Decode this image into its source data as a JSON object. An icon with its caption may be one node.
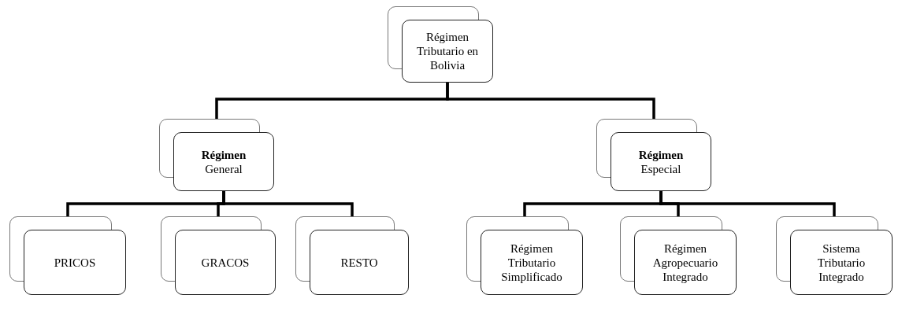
{
  "diagram": {
    "nodes": [
      {
        "text": [
          "Régimen Tributario en Bolivia"
        ]
      },
      {
        "text": [
          "**Régimen** General"
        ]
      },
      {
        "text": [
          "**Régimen** Especial"
        ]
      },
      {
        "text": [
          "PRICOS"
        ]
      },
      {
        "text": [
          "GRACOS"
        ]
      },
      {
        "text": [
          "RESTO"
        ]
      },
      {
        "text": [
          "Régimen Tributario Simplificado"
        ]
      },
      {
        "text": [
          "Régimen Agropecuario Integrado"
        ]
      },
      {
        "text": [
          "Sistema Tributario Integrado"
        ]
      }
    ],
    "edges": [
      {
        "from": 0,
        "to": 1,
        "arrow": "none"
      },
      {
        "from": 0,
        "to": 2,
        "arrow": "none"
      },
      {
        "from": 1,
        "to": 3,
        "arrow": "none"
      },
      {
        "from": 1,
        "to": 4,
        "arrow": "none"
      },
      {
        "from": 1,
        "to": 5,
        "arrow": "none"
      },
      {
        "from": 2,
        "to": 6,
        "arrow": "none"
      },
      {
        "from": 2,
        "to": 7,
        "arrow": "none"
      },
      {
        "from": 2,
        "to": 8,
        "arrow": "none"
      }
    ]
  }
}
